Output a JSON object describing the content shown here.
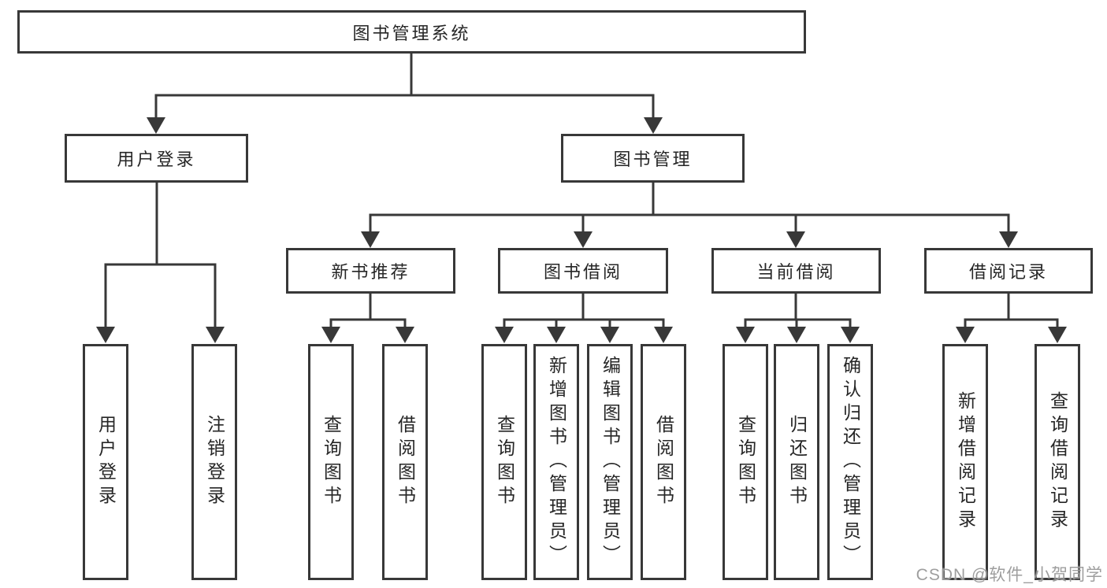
{
  "diagram": {
    "root": {
      "label": "图书管理系统"
    },
    "level1": [
      {
        "label": "用户登录"
      },
      {
        "label": "图书管理"
      }
    ],
    "level2": [
      {
        "label": "新书推荐"
      },
      {
        "label": "图书借阅"
      },
      {
        "label": "当前借阅"
      },
      {
        "label": "借阅记录"
      }
    ],
    "leaves": {
      "user_login": [
        "用户登录",
        "注销登录"
      ],
      "new_books": [
        "查询图书",
        "借阅图书"
      ],
      "book_borrow": [
        "查询图书",
        "新增图书（管理员）",
        "编辑图书（管理员）",
        "借阅图书"
      ],
      "current_borrow": [
        "查询图书",
        "归还图书",
        "确认归还（管理员）"
      ],
      "borrow_records": [
        "新增借阅记录",
        "查询借阅记录"
      ]
    },
    "colors": {
      "line": "#383838",
      "text": "#262626",
      "background": "#ffffff",
      "watermark": "#949494"
    }
  },
  "watermark": {
    "text": "CSDN @软件_小贺同学"
  }
}
